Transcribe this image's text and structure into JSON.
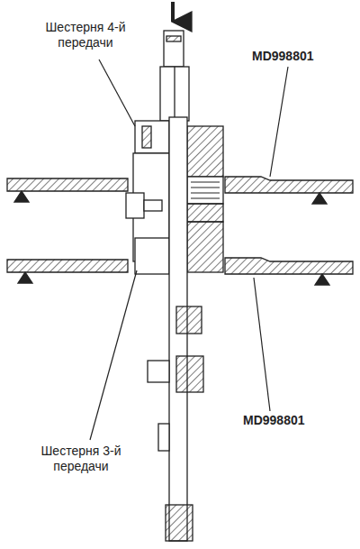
{
  "diagram": {
    "labels": [
      "Шестерня 4-й передачи",
      "MD998801",
      "Шестерня 3-й передачи",
      "MD998801"
    ]
  }
}
